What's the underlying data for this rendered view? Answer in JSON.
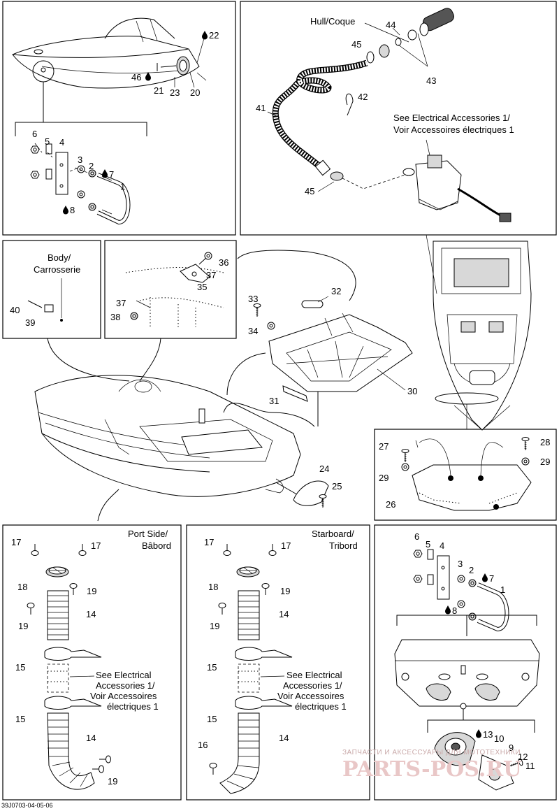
{
  "diagram_id": "39J0703-04-05-06",
  "parts": {
    "p1": "1",
    "p2": "2",
    "p3": "3",
    "p4": "4",
    "p5": "5",
    "p6": "6",
    "p7": "7",
    "p8": "8",
    "p9": "9",
    "p10": "10",
    "p11": "11",
    "p12": "12",
    "p13": "13",
    "p14": "14",
    "p15": "15",
    "p16": "16",
    "p17": "17",
    "p18": "18",
    "p19": "19",
    "p20": "20",
    "p21": "21",
    "p22": "22",
    "p23": "23",
    "p24": "24",
    "p25": "25",
    "p26": "26",
    "p27": "27",
    "p28": "28",
    "p29": "29",
    "p30": "30",
    "p31": "31",
    "p32": "32",
    "p33": "33",
    "p34": "34",
    "p35": "35",
    "p36": "36",
    "p37": "37",
    "p38": "38",
    "p39": "39",
    "p40": "40",
    "p41": "41",
    "p42": "42",
    "p43": "43",
    "p44": "44",
    "p45": "45",
    "p46": "46"
  },
  "labels": {
    "hull": "Hull/Coque",
    "electrical_1": "See Electrical Accessories 1/",
    "electrical_2": "Voir Accessoires électriques 1",
    "body_1": "Body/",
    "body_2": "Carrosserie",
    "port_1": "Port Side/",
    "port_2": "Bâbord",
    "starboard_1": "Starboard/",
    "starboard_2": "Tribord",
    "see_elec_1": "See Electrical",
    "see_elec_2": "Accessories 1/",
    "see_elec_3": "Voir Accessoires",
    "see_elec_4": "électriques 1"
  },
  "watermark": {
    "line1": "ЗАПЧАСТИ И АКСЕССУАРЫ ДЛЯ МОТОТЕХНИКИ",
    "line2": "PARTS-POS.RU"
  }
}
